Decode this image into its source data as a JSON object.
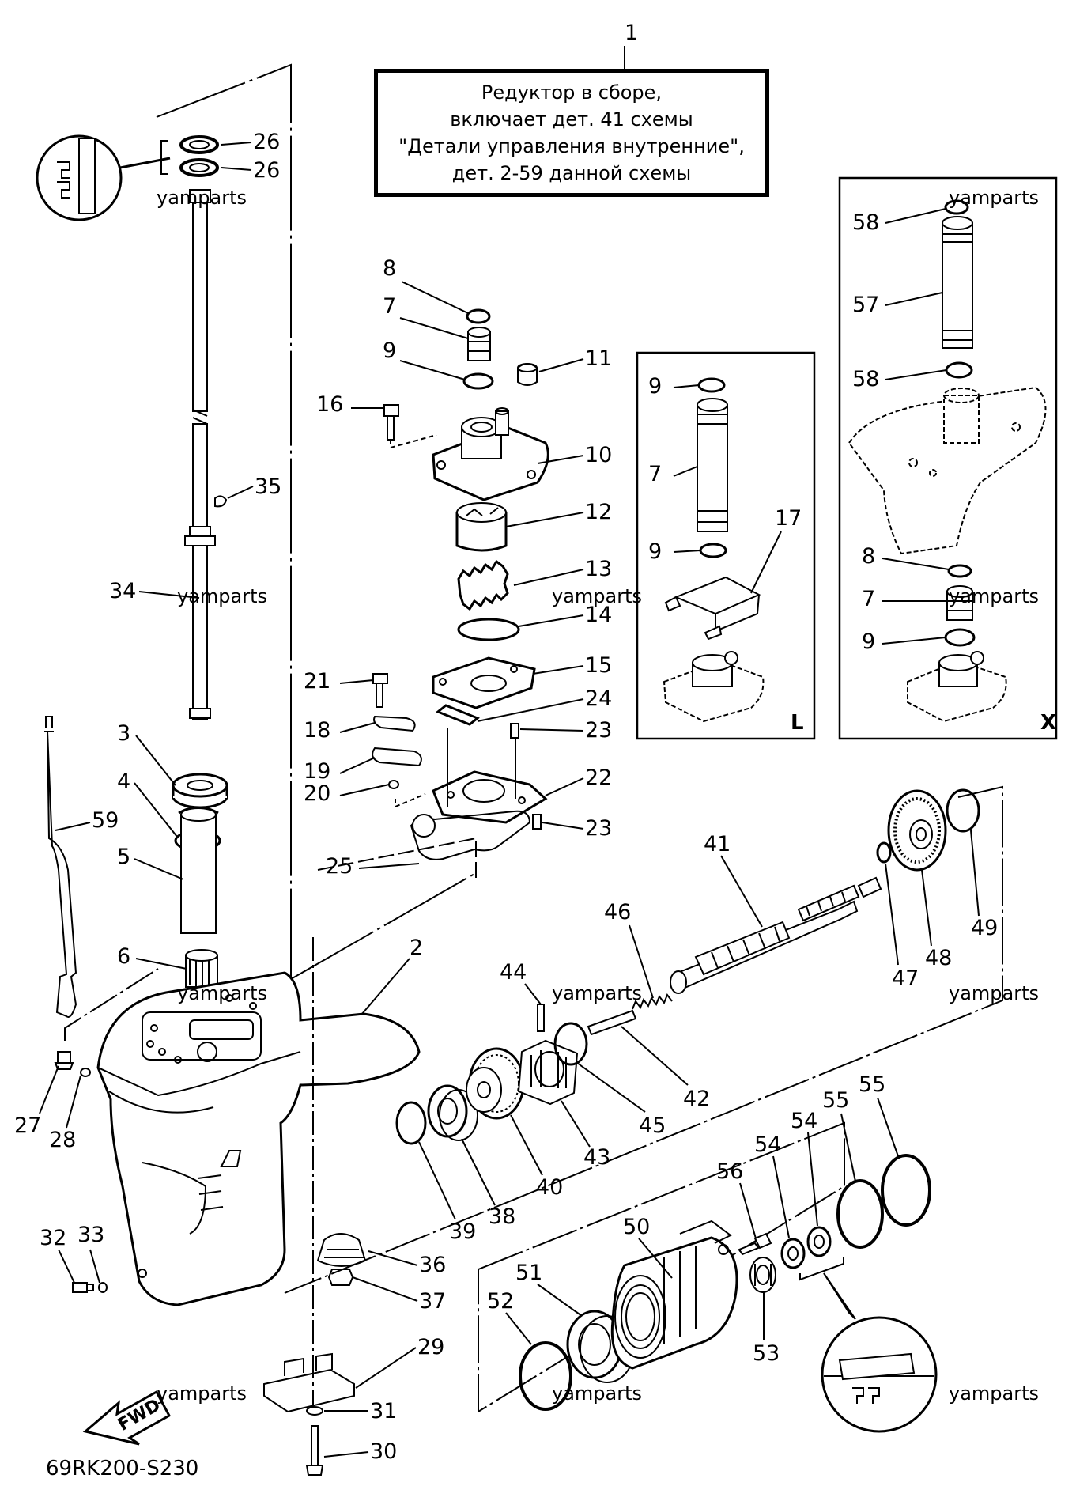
{
  "callout": {
    "lines": [
      "Редуктор в сборе,",
      "включает дет. 41 схемы",
      "\"Детали управления внутренние\",",
      "дет. 2-59 данной схемы"
    ]
  },
  "inset_labels": {
    "left": "L",
    "right": "X"
  },
  "watermark": "yamparts",
  "fwd_label": "FWD",
  "diagram_code": "69RK200-S230",
  "parts": [
    {
      "n": "1"
    },
    {
      "n": "2"
    },
    {
      "n": "3"
    },
    {
      "n": "4"
    },
    {
      "n": "5"
    },
    {
      "n": "6"
    },
    {
      "n": "7"
    },
    {
      "n": "8"
    },
    {
      "n": "9"
    },
    {
      "n": "10"
    },
    {
      "n": "11"
    },
    {
      "n": "12"
    },
    {
      "n": "13"
    },
    {
      "n": "14"
    },
    {
      "n": "15"
    },
    {
      "n": "16"
    },
    {
      "n": "17"
    },
    {
      "n": "18"
    },
    {
      "n": "19"
    },
    {
      "n": "20"
    },
    {
      "n": "21"
    },
    {
      "n": "22"
    },
    {
      "n": "23"
    },
    {
      "n": "24"
    },
    {
      "n": "25"
    },
    {
      "n": "26"
    },
    {
      "n": "27"
    },
    {
      "n": "28"
    },
    {
      "n": "29"
    },
    {
      "n": "30"
    },
    {
      "n": "31"
    },
    {
      "n": "32"
    },
    {
      "n": "33"
    },
    {
      "n": "34"
    },
    {
      "n": "35"
    },
    {
      "n": "36"
    },
    {
      "n": "37"
    },
    {
      "n": "38"
    },
    {
      "n": "39"
    },
    {
      "n": "40"
    },
    {
      "n": "41"
    },
    {
      "n": "42"
    },
    {
      "n": "43"
    },
    {
      "n": "44"
    },
    {
      "n": "45"
    },
    {
      "n": "46"
    },
    {
      "n": "47"
    },
    {
      "n": "48"
    },
    {
      "n": "49"
    },
    {
      "n": "50"
    },
    {
      "n": "51"
    },
    {
      "n": "52"
    },
    {
      "n": "53"
    },
    {
      "n": "54"
    },
    {
      "n": "55"
    },
    {
      "n": "56"
    },
    {
      "n": "57"
    },
    {
      "n": "58"
    },
    {
      "n": "59"
    }
  ]
}
